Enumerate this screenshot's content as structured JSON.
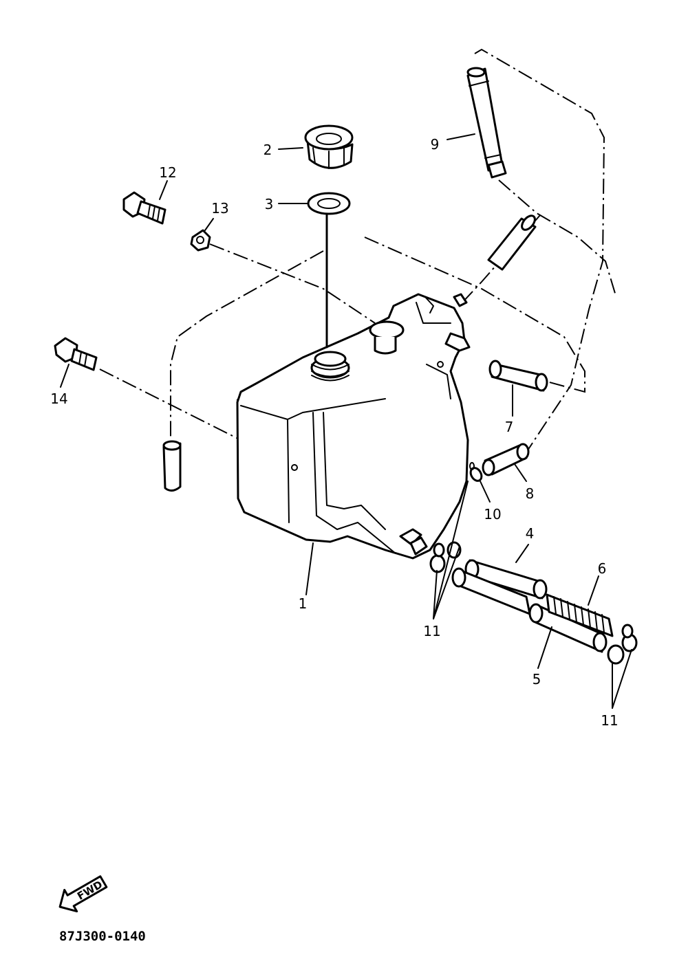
{
  "diagram": {
    "callouts": [
      {
        "id": "c1",
        "label": "1"
      },
      {
        "id": "c2",
        "label": "2"
      },
      {
        "id": "c3",
        "label": "3"
      },
      {
        "id": "c4",
        "label": "4"
      },
      {
        "id": "c5",
        "label": "5"
      },
      {
        "id": "c6",
        "label": "6"
      },
      {
        "id": "c7",
        "label": "7"
      },
      {
        "id": "c8",
        "label": "8"
      },
      {
        "id": "c9",
        "label": "9"
      },
      {
        "id": "c10",
        "label": "10"
      },
      {
        "id": "c11a",
        "label": "11"
      },
      {
        "id": "c11b",
        "label": "11"
      },
      {
        "id": "c12",
        "label": "12"
      },
      {
        "id": "c13",
        "label": "13"
      },
      {
        "id": "c14",
        "label": "14"
      }
    ],
    "direction_arrow": "FWD",
    "drawing_code": "87J300-0140"
  }
}
